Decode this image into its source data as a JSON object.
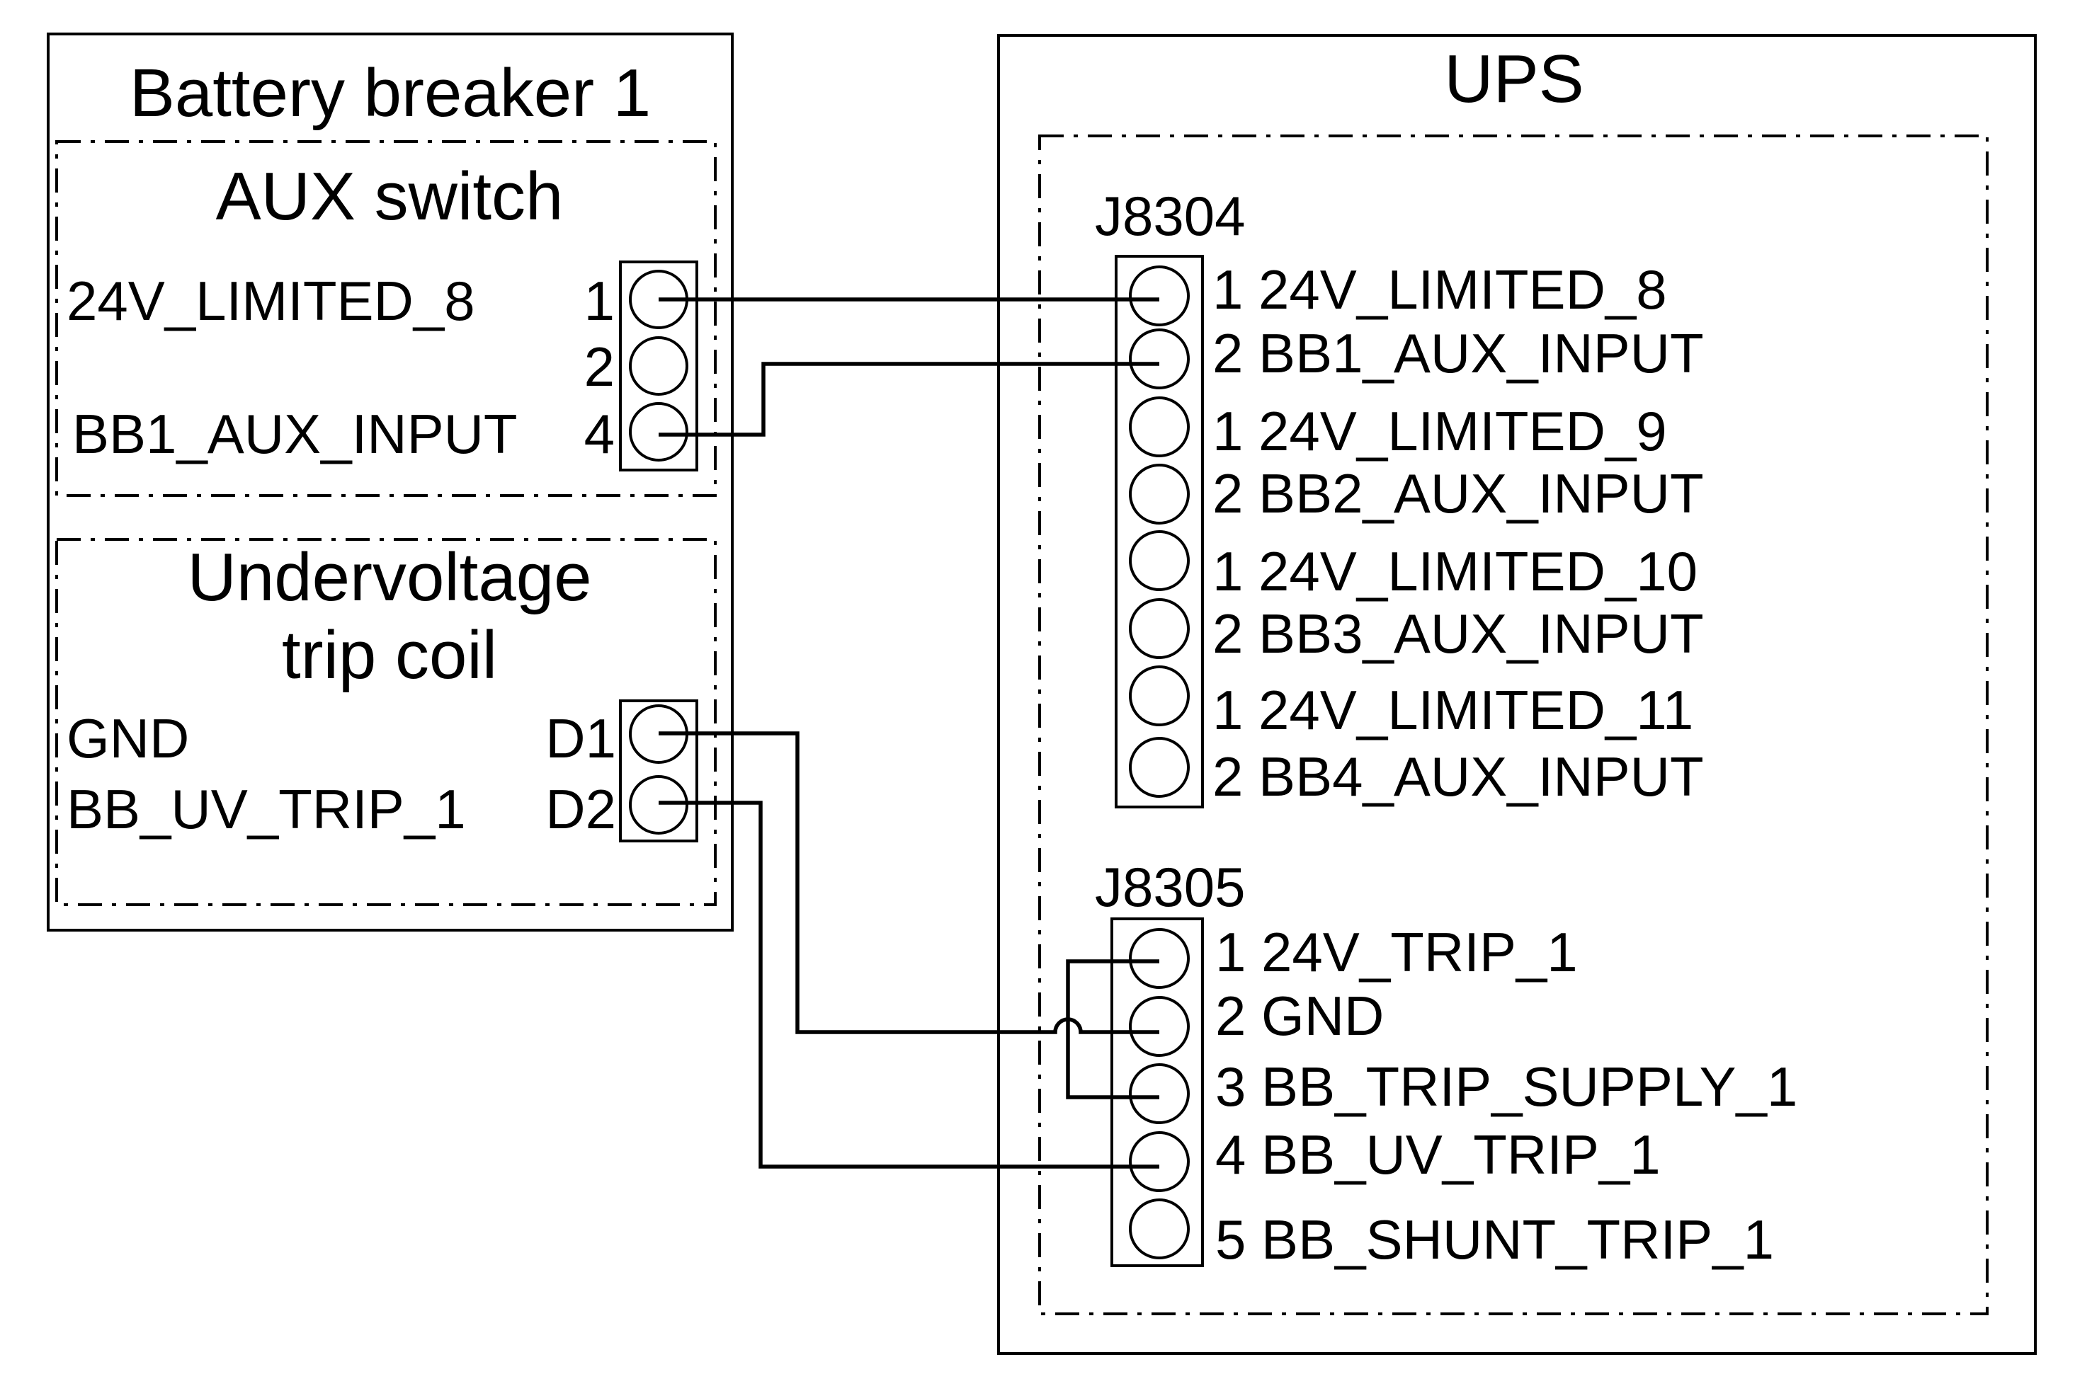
{
  "battery_breaker": {
    "title": "Battery breaker 1",
    "aux_switch": {
      "title": "AUX switch",
      "signals": [
        "24V_LIMITED_8",
        "BB1_AUX_INPUT"
      ],
      "pins": [
        "1",
        "2",
        "4"
      ]
    },
    "undervoltage": {
      "title_line1": "Undervoltage",
      "title_line2": "trip coil",
      "signals": [
        "GND",
        "BB_UV_TRIP_1"
      ],
      "pins": [
        "D1",
        "D2"
      ]
    }
  },
  "ups": {
    "title": "UPS",
    "j8304": {
      "name": "J8304",
      "pins": [
        "1 24V_LIMITED_8",
        "2 BB1_AUX_INPUT",
        "1 24V_LIMITED_9",
        "2 BB2_AUX_INPUT",
        "1 24V_LIMITED_10",
        "2 BB3_AUX_INPUT",
        "1 24V_LIMITED_11",
        "2 BB4_AUX_INPUT"
      ]
    },
    "j8305": {
      "name": "J8305",
      "pins": [
        "1 24V_TRIP_1",
        "2 GND",
        "3 BB_TRIP_SUPPLY_1",
        "4 BB_UV_TRIP_1",
        "5 BB_SHUNT_TRIP_1"
      ]
    }
  }
}
